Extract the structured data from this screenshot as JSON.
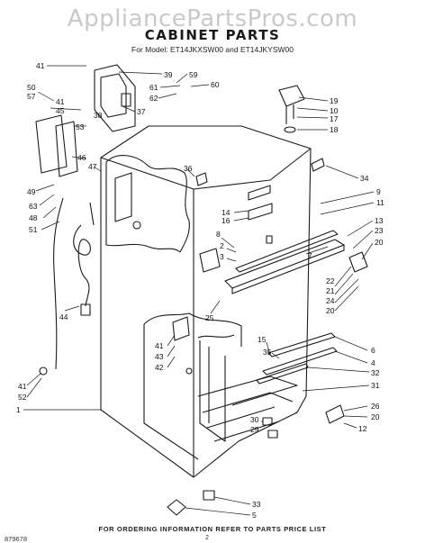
{
  "watermark": "AppliancePartsPros.com",
  "title": "CABINET PARTS",
  "subtitle": "For Model: ET14JKXSW00 and  ET14JKYSW00",
  "footer": "FOR ORDERING INFORMATION REFER TO PARTS PRICE LIST",
  "doc_number": "879678",
  "page_number": "2",
  "callouts": [
    {
      "id": "c41a",
      "text": "41"
    },
    {
      "id": "c39",
      "text": "39"
    },
    {
      "id": "c59",
      "text": "59"
    },
    {
      "id": "c61",
      "text": "61"
    },
    {
      "id": "c60",
      "text": "60"
    },
    {
      "id": "c62",
      "text": "62"
    },
    {
      "id": "c50",
      "text": "50"
    },
    {
      "id": "c57",
      "text": "57"
    },
    {
      "id": "c41b",
      "text": "41"
    },
    {
      "id": "c45",
      "text": "45"
    },
    {
      "id": "c38",
      "text": "38"
    },
    {
      "id": "c37",
      "text": "37"
    },
    {
      "id": "c53",
      "text": "53"
    },
    {
      "id": "c46",
      "text": "46"
    },
    {
      "id": "c47",
      "text": "47"
    },
    {
      "id": "c49",
      "text": "49"
    },
    {
      "id": "c63",
      "text": "63"
    },
    {
      "id": "c48",
      "text": "48"
    },
    {
      "id": "c51",
      "text": "51"
    },
    {
      "id": "c44",
      "text": "44"
    },
    {
      "id": "c19",
      "text": "19"
    },
    {
      "id": "c10",
      "text": "10"
    },
    {
      "id": "c17",
      "text": "17"
    },
    {
      "id": "c18",
      "text": "18"
    },
    {
      "id": "c36",
      "text": "36"
    },
    {
      "id": "c34",
      "text": "34"
    },
    {
      "id": "c9",
      "text": "9"
    },
    {
      "id": "c11",
      "text": "11"
    },
    {
      "id": "c14",
      "text": "14"
    },
    {
      "id": "c16",
      "text": "16"
    },
    {
      "id": "c13",
      "text": "13"
    },
    {
      "id": "c23",
      "text": "23"
    },
    {
      "id": "c20a",
      "text": "20"
    },
    {
      "id": "c8",
      "text": "8"
    },
    {
      "id": "c2",
      "text": "2"
    },
    {
      "id": "c3",
      "text": "3"
    },
    {
      "id": "c7",
      "text": "7"
    },
    {
      "id": "c22",
      "text": "22"
    },
    {
      "id": "c21",
      "text": "21"
    },
    {
      "id": "c24",
      "text": "24"
    },
    {
      "id": "c20b",
      "text": "20"
    },
    {
      "id": "c25",
      "text": "25"
    },
    {
      "id": "c41c",
      "text": "41"
    },
    {
      "id": "c43",
      "text": "43"
    },
    {
      "id": "c42",
      "text": "42"
    },
    {
      "id": "c15",
      "text": "15"
    },
    {
      "id": "c35",
      "text": "35"
    },
    {
      "id": "c6",
      "text": "6"
    },
    {
      "id": "c4",
      "text": "4"
    },
    {
      "id": "c32",
      "text": "32"
    },
    {
      "id": "c31",
      "text": "31"
    },
    {
      "id": "c41d",
      "text": "41"
    },
    {
      "id": "c52",
      "text": "52"
    },
    {
      "id": "c1",
      "text": "1"
    },
    {
      "id": "c26",
      "text": "26"
    },
    {
      "id": "c20c",
      "text": "20"
    },
    {
      "id": "c12",
      "text": "12"
    },
    {
      "id": "c30",
      "text": "30"
    },
    {
      "id": "c29",
      "text": "29"
    },
    {
      "id": "c33",
      "text": "33"
    },
    {
      "id": "c5",
      "text": "5"
    }
  ]
}
